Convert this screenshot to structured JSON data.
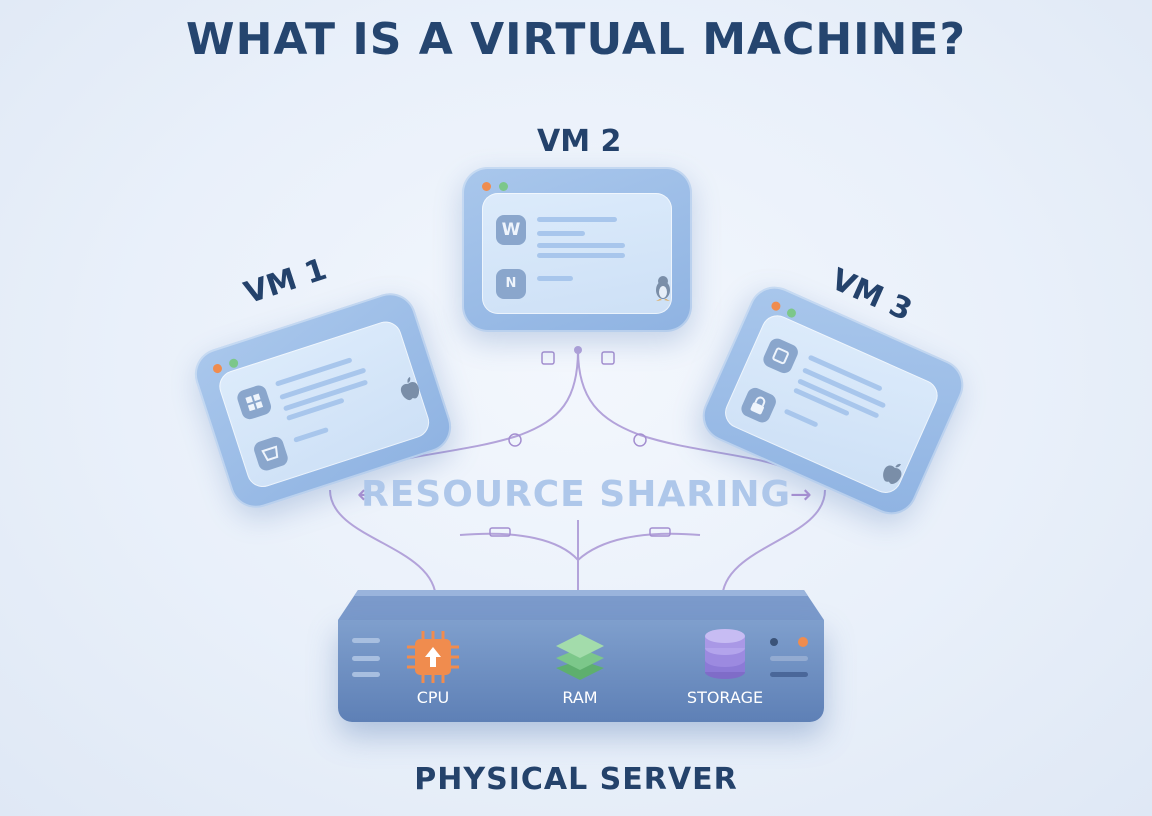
{
  "title": "WHAT IS A VIRTUAL MACHINE?",
  "vms": [
    {
      "label": "VM 1",
      "app_icons": [
        "windows-icon",
        "store-icon"
      ],
      "os_icon": "apple-icon"
    },
    {
      "label": "VM 2",
      "app_icons": [
        "word-icon",
        "n-app-icon"
      ],
      "os_icon": "linux-penguin-icon",
      "app_letter_1": "W",
      "app_letter_2": "N"
    },
    {
      "label": "VM 3",
      "app_icons": [
        "chip-app-icon",
        "lock-icon"
      ],
      "os_icon": "apple-icon"
    }
  ],
  "sharing": {
    "label": "RESOURCE SHARING",
    "left_arrow": "←",
    "right_arrow": "→"
  },
  "server": {
    "title": "PHYSICAL SERVER",
    "resources": [
      {
        "label": "CPU",
        "icon": "cpu-icon",
        "color": "#f08c4e"
      },
      {
        "label": "RAM",
        "icon": "ram-icon",
        "color": "#7cc78a"
      },
      {
        "label": "STORAGE",
        "icon": "storage-icon",
        "color": "#9c8ae0"
      }
    ]
  },
  "colors": {
    "title": "#25456f",
    "vm_frame": "#9dbde8",
    "connector": "#a48fd0",
    "server": "#6f90c2"
  }
}
